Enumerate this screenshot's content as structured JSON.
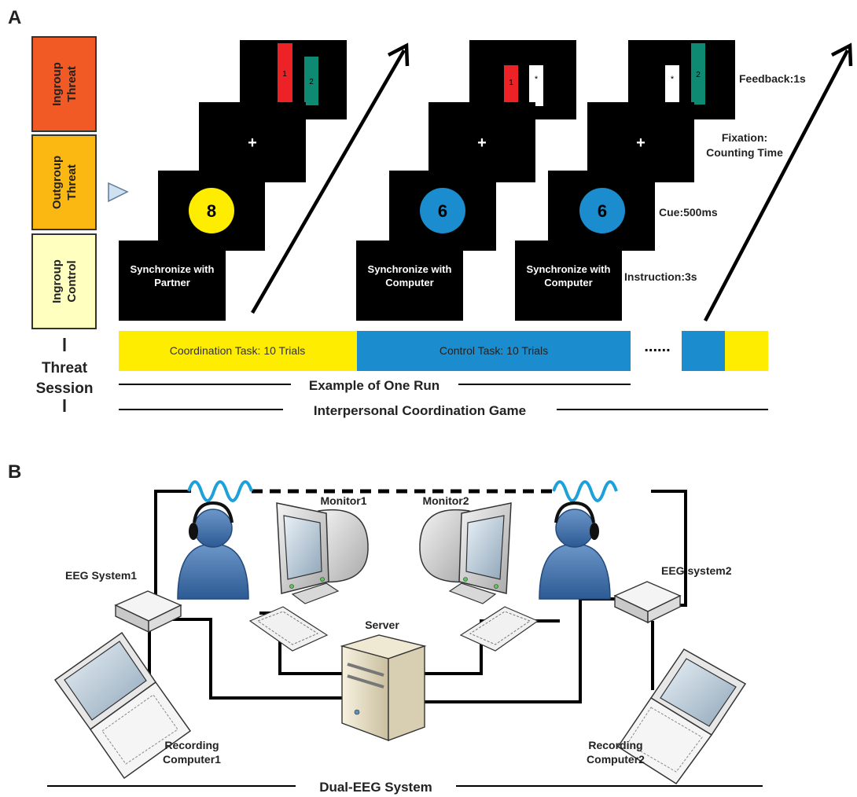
{
  "panel_a": {
    "letter": "A",
    "conditions": [
      {
        "line1": "Ingroup",
        "line2": "Threat",
        "color": "#f15a24"
      },
      {
        "line1": "Outgroup",
        "line2": "Threat",
        "color": "#fbb813"
      },
      {
        "line1": "Ingroup",
        "line2": "Control",
        "color": "#ffffc0"
      }
    ],
    "session_line1": "Threat",
    "session_line2": "Session",
    "partner_sequence": {
      "instruction_line1": "Synchronize with",
      "instruction_line2": "Partner",
      "cue_number": "8",
      "cue_color": "#ffed00",
      "fixation": "+",
      "feedback_bar1": "1",
      "feedback_bar2": "2"
    },
    "computer_sequence_1": {
      "instruction_line1": "Synchronize with",
      "instruction_line2": "Computer",
      "cue_number": "6",
      "cue_color": "#1b8ccd",
      "fixation": "+",
      "feedback_bar1": "1",
      "feedback_star": "*"
    },
    "computer_sequence_2": {
      "instruction_line1": "Synchronize with",
      "instruction_line2": "Computer",
      "cue_number": "6",
      "cue_color": "#1b8ccd",
      "fixation": "+",
      "feedback_star": "*",
      "feedback_bar2": "2"
    },
    "stage_labels": {
      "feedback": "Feedback:1s",
      "fixation_line1": "Fixation:",
      "fixation_line2": "Counting Time",
      "cue": "Cue:500ms",
      "instruction": "Instruction:3s"
    },
    "timeline": {
      "coordination": "Coordination Task: 10 Trials",
      "control": "Control Task: 10 Trials",
      "ellipsis": "......",
      "yellow": "#ffed00",
      "blue": "#1b8ccd"
    },
    "run_label": "Example of One Run",
    "game_label": "Interpersonal Coordination Game",
    "colors": {
      "bar_red": "#ec2227",
      "bar_green": "#0e8a72"
    }
  },
  "panel_b": {
    "letter": "B",
    "monitor1": "Monitor1",
    "monitor2": "Monitor2",
    "eeg1": "EEG System1",
    "eeg2": "EEG system2",
    "server": "Server",
    "rec1_line1": "Recording",
    "rec1_line2": "Computer1",
    "rec2_line1": "Recording",
    "rec2_line2": "Computer2",
    "system_label": "Dual-EEG System",
    "colors": {
      "person": "#3f6fa9",
      "wave": "#1ea0d8"
    }
  }
}
